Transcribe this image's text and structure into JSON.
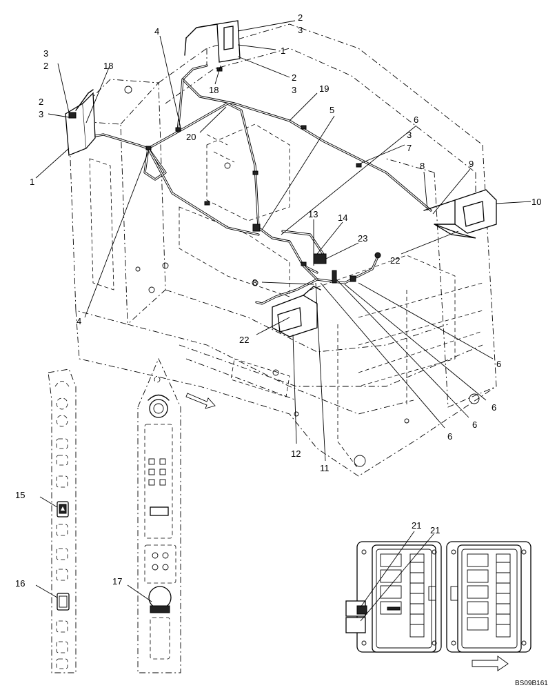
{
  "drawing_code": "BS09B161",
  "callouts": {
    "c1_right": "1",
    "c2_top": "2",
    "c3_top": "3",
    "c1_rear": "1",
    "c2_rear": "2",
    "c3_rear": "3",
    "c18_rear": "18",
    "c19": "19",
    "c4_top": "4",
    "c20": "20",
    "c5": "5",
    "c6_a": "6",
    "c3_r": "3",
    "c7": "7",
    "c8_r": "8",
    "c9": "9",
    "c10": "10",
    "c22_r": "22",
    "c3_left": "3",
    "c2_left": "2",
    "c18_left": "18",
    "c2_left_b": "2",
    "c3_left_b": "3",
    "c1_left": "1",
    "c4_low": "4",
    "c13": "13",
    "c14": "14",
    "c23": "23",
    "c8_f": "8",
    "c22_f": "22",
    "c6_b": "6",
    "c6_c": "6",
    "c6_d": "6",
    "c6_e": "6",
    "c12": "12",
    "c11": "11",
    "c15": "15",
    "c16": "16",
    "c17": "17",
    "c21_a": "21",
    "c21_b": "21"
  }
}
